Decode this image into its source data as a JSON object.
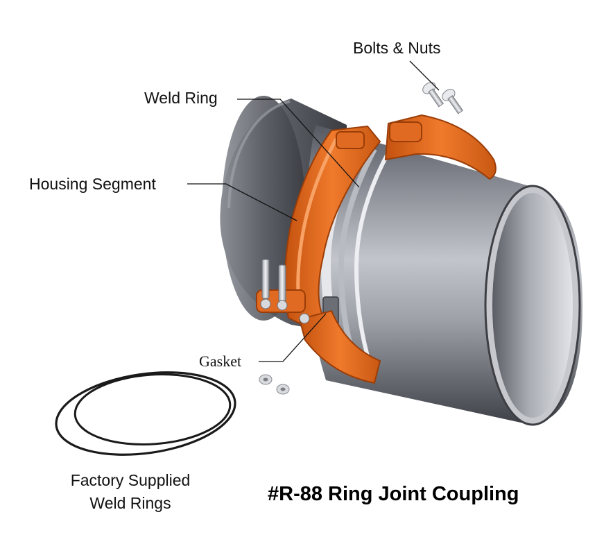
{
  "title": "#R-88 Ring Joint Coupling",
  "labels": {
    "bolts_nuts": "Bolts & Nuts",
    "weld_ring": "Weld Ring",
    "housing_segment": "Housing Segment",
    "gasket": "Gasket",
    "factory_line1": "Factory Supplied",
    "factory_line2": "Weld Rings"
  },
  "colors": {
    "housing_orange": "#e2681f",
    "pipe_gray": "#6f7278",
    "leader_line": "#111111"
  }
}
